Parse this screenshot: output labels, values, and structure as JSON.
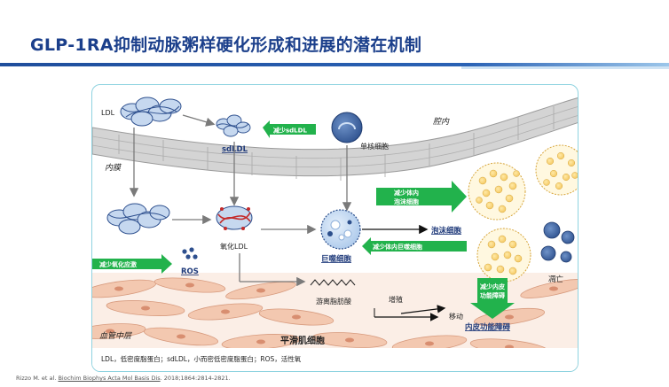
{
  "page": {
    "title": "GLP-1RA抑制动脉粥样硬化形成和进展的潜在机制"
  },
  "diagram": {
    "labels": {
      "ldl": "LDL",
      "sdldl": "sdLDL",
      "lumen": "腔内",
      "monocyte": "单核细胞",
      "intima": "内膜",
      "oxldl": "氧化LDL",
      "ros": "ROS",
      "macrophage": "巨噬细胞",
      "foam_cell": "泡沫细胞",
      "apoptosis": "凋亡",
      "ffa": "游离脂肪酸",
      "proliferation": "增殖",
      "migration": "移动",
      "endothelial_dysfunction": "内皮功能障碍",
      "media": "血管中层",
      "smc": "平滑肌细胞",
      "legend": "LDL，低密度脂蛋白；sdLDL，小而密低密度脂蛋白；ROS，活性氧"
    },
    "effects": {
      "reduce_sdldl": "减少sdLDL",
      "reduce_foam_cells_line1": "减少体内",
      "reduce_foam_cells_line2": "泡沫细胞",
      "reduce_macrophages": "减少体内巨噬细胞",
      "reduce_oxidative_stress": "减少氧化应激",
      "reduce_endo_line1": "减少内皮",
      "reduce_endo_line2": "功能障碍"
    },
    "colors": {
      "effect_green": "#22b24c",
      "title_blue": "#1b3f8b",
      "navy_label": "#1f3a7a"
    }
  },
  "footer": {
    "citation_prefix": "Rizzo M. et al. ",
    "citation_journal": "Biochim Biophys Acta Mol Basis Dis",
    "citation_suffix": ". 2018;1864:2814-2821."
  }
}
